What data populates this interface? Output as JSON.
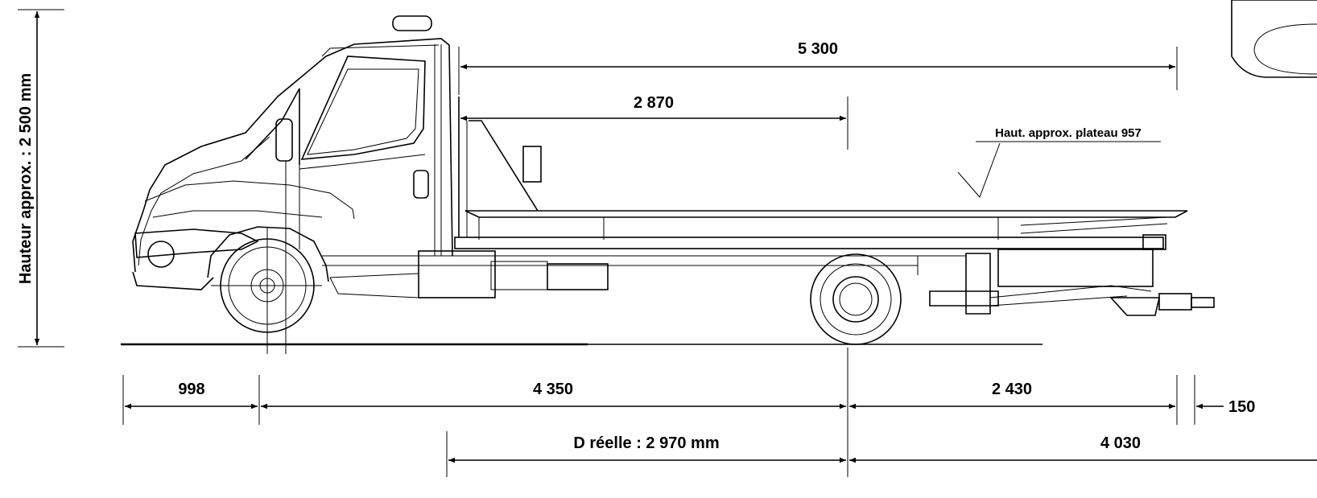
{
  "diagram": {
    "height_label": "Hauteur approx. : 2 500 mm",
    "top_dims": {
      "overall_body": "5 300",
      "crane_zone": "2 870"
    },
    "plateau_label": "Haut. approx. plateau 957",
    "bottom_dims": {
      "front_overhang": "998",
      "wheelbase": "4 350",
      "rear_overhang": "2 430",
      "extra": "150",
      "real_d": "D réelle : 2 970 mm",
      "rear_span": "4 030"
    }
  }
}
